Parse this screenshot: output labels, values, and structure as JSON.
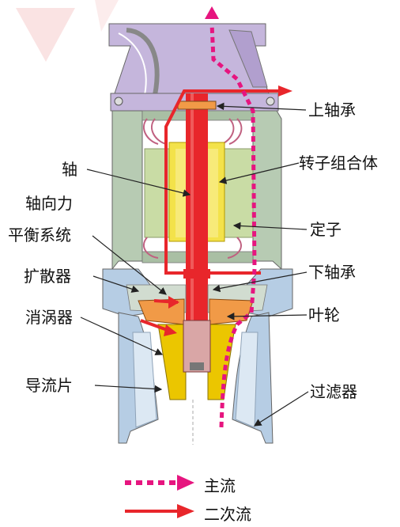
{
  "labels": {
    "upper_bearing": "上轴承",
    "rotor": "转子组合体",
    "shaft": "轴",
    "axial1": "轴向力",
    "axial2": "平衡系统",
    "stator": "定子",
    "diffuser": "扩散器",
    "lower_bearing": "下轴承",
    "vortex": "消涡器",
    "impeller": "叶轮",
    "guide": "导流片",
    "filter": "过滤器"
  },
  "legend": {
    "main_flow": "主流",
    "secondary_flow": "二次流"
  },
  "colors": {
    "main_flow": "#e6157f",
    "secondary_flow": "#e8262b",
    "stator": "#c9dca5",
    "rotor": "#f3e24a",
    "shaft": "#e8262b",
    "housing_green": "#b7cbb3",
    "housing_purple": "#c5b6dc",
    "housing_blue": "#b6cde4",
    "impeller": "#ebc600",
    "diffuser_orange": "#f19a47"
  }
}
